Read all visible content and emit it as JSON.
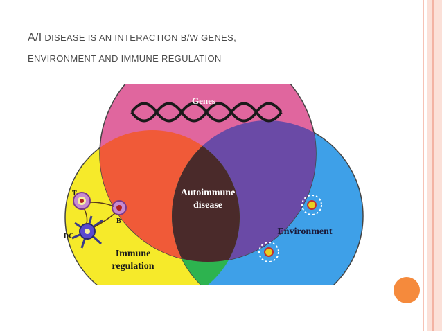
{
  "slide": {
    "title_line1_cap": "A/I",
    "title_line1_rest": " DISEASE IS AN INTERACTION B/W GENES,",
    "title_line2": "ENVIRONMENT AND IMMUNE REGULATION"
  },
  "diagram": {
    "genes_label": "Genes",
    "center_label_1": "Autoimmune",
    "center_label_2": "disease",
    "environment_label": "Environment",
    "immune_label_1": "Immune",
    "immune_label_2": "regulation",
    "cell_t": "T",
    "cell_b": "B",
    "cell_dc": "DC",
    "colors": {
      "genes": "#e0669e",
      "immune": "#f6ea2a",
      "environment": "#3ea0e8",
      "genes_immune": "#f05a38",
      "genes_env": "#6a4aa6",
      "immune_env": "#2db34f",
      "center": "#4a2a2a"
    }
  },
  "accent": {
    "orange_dot": "#f58a3c",
    "stripe": "#f6c2b6"
  }
}
